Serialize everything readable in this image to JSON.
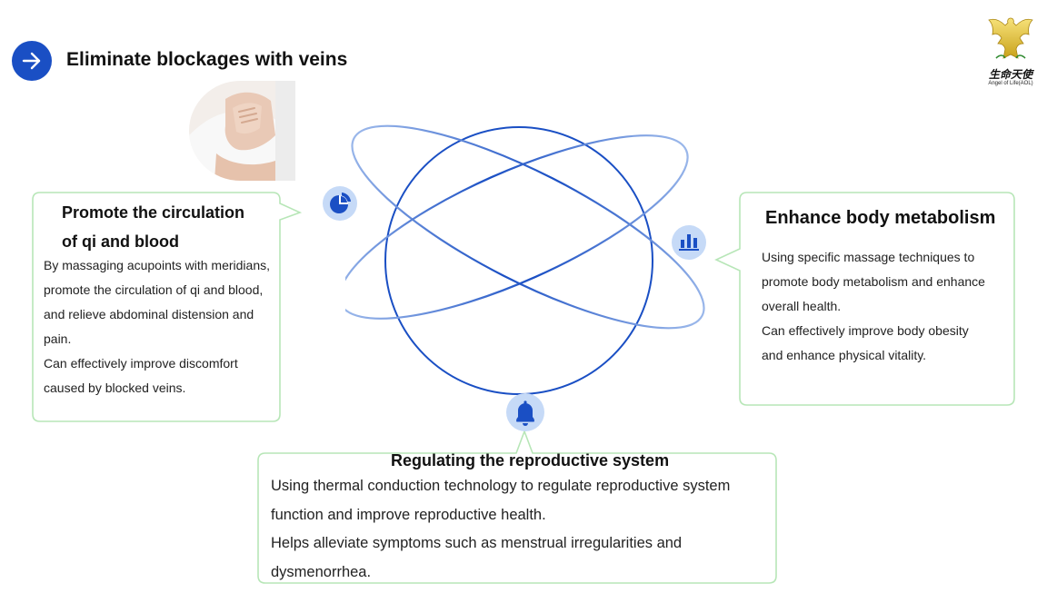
{
  "header": {
    "title": "Eliminate blockages with veins",
    "icon": "arrow-right-icon",
    "icon_color": "#1a4fc4"
  },
  "logo": {
    "name_cn": "生命天使",
    "name_en": "Angel of Life(AOL)",
    "icon": "eagle-logo-icon"
  },
  "colors": {
    "accent": "#1a4fc4",
    "card_border": "#b7e6b7",
    "icon_bg": "#c6daf7"
  },
  "cards": {
    "left": {
      "title_line1": "Promote the circulation",
      "title_line2": "of qi and blood",
      "lines": [
        "By massaging acupoints with meridians,",
        "promote the circulation of qi and blood,",
        "and relieve abdominal distension and",
        "pain.",
        "Can effectively improve discomfort",
        "caused by blocked veins."
      ],
      "icon": "pie-chart-icon"
    },
    "right": {
      "title": "Enhance body metabolism",
      "lines": [
        "Using specific massage techniques to",
        "promote body metabolism and enhance",
        "overall health.",
        "Can effectively improve body obesity",
        "and enhance physical vitality."
      ],
      "icon": "bar-chart-icon"
    },
    "bottom": {
      "title": "Regulating the reproductive system",
      "lines": [
        "Using thermal conduction technology to regulate reproductive system",
        "function and improve reproductive health.",
        "Helps alleviate symptoms such as menstrual irregularities and",
        "dysmenorrhea."
      ],
      "icon": "bell-icon"
    }
  },
  "photo": {
    "icon": "abdominal-massage-photo"
  }
}
